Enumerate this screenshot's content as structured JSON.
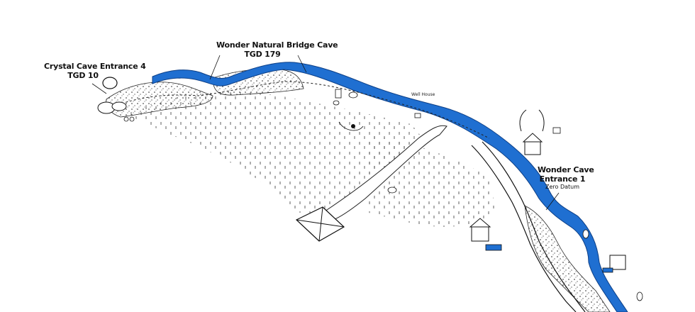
{
  "map": {
    "water_color": "#1f6fd1",
    "ink_color": "#111111"
  },
  "labels": {
    "crystal_cave": {
      "name": "Crystal Cave Entrance 4",
      "code": "TGD 10"
    },
    "wonder_bridge": {
      "name": "Wonder Natural Bridge Cave",
      "code": "TGD 179"
    },
    "wonder_cave": {
      "name": "Wonder Cave",
      "code": "Entrance 1",
      "sub": "Zero Datum"
    },
    "well_house": "Well House"
  }
}
